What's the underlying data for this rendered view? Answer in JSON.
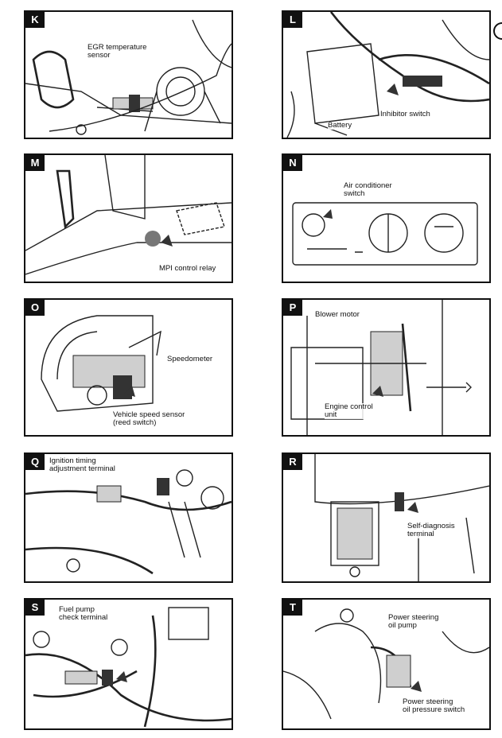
{
  "panels": [
    {
      "letter": "K",
      "labels": [
        "EGR temperature\nsensor"
      ]
    },
    {
      "letter": "L",
      "labels": [
        "Battery",
        "Inhibitor switch"
      ]
    },
    {
      "letter": "M",
      "labels": [
        "MPI control relay"
      ]
    },
    {
      "letter": "N",
      "labels": [
        "Air conditioner\nswitch"
      ]
    },
    {
      "letter": "O",
      "labels": [
        "Speedometer",
        "Vehicle speed sensor\n(reed switch)"
      ]
    },
    {
      "letter": "P",
      "labels": [
        "Blower motor",
        "Engine control\nunit"
      ]
    },
    {
      "letter": "Q",
      "labels": [
        "Ignition timing\nadjustment terminal"
      ]
    },
    {
      "letter": "R",
      "labels": [
        "Self-diagnosis\nterminal"
      ]
    },
    {
      "letter": "S",
      "labels": [
        "Fuel pump\ncheck terminal"
      ]
    },
    {
      "letter": "T",
      "labels": [
        "Power steering\noil pump",
        "Power steering\noil pressure switch"
      ]
    }
  ]
}
